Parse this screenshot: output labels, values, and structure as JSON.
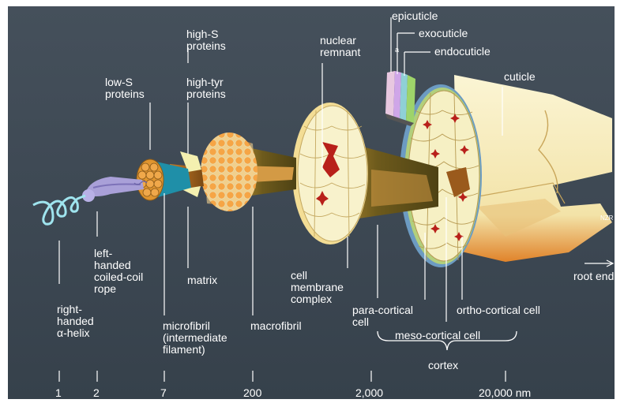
{
  "labels": {
    "alpha_helix": "right-\nhanded\nα-helix",
    "coiled_coil": "left-\nhanded\ncoiled-coil\nrope",
    "low_s": "low-S\nproteins",
    "high_s": "high-S\nproteins",
    "high_tyr": "high-tyr\nproteins",
    "matrix": "matrix",
    "microfibril": "microfibril\n(intermediate\nfilament)",
    "macrofibril": "macrofibril",
    "nuclear_remnant": "nuclear\nremnant",
    "cell_membrane_complex": "cell\nmembrane\ncomplex",
    "para_cortical_cell": "para-cortical\ncell",
    "meso_cortical_cell": "meso-cortical cell",
    "ortho_cortical_cell": "ortho-cortical cell",
    "cortex": "cortex",
    "epicuticle": "epicuticle",
    "exocuticle": "exocuticle",
    "endocuticle": "endocuticle",
    "a_marker": "a",
    "cuticle": "cuticle",
    "root_end": "root end",
    "signature": "NZR"
  },
  "scale": {
    "ticks": [
      "1",
      "2",
      "7",
      "200",
      "2,000",
      "20,000 nm"
    ]
  },
  "colors": {
    "background": "#3f4a55",
    "helix": "#9fe4ee",
    "coil": "#a9a0d8",
    "microfibril": "#d9902e",
    "matrix": "#f4f0b0",
    "cell_membrane": "#6b5a1e",
    "cortex": "#f6f0c4",
    "nucleus": "#b8201a",
    "cuticle": "#f4e6b0",
    "text": "#ffffff"
  }
}
